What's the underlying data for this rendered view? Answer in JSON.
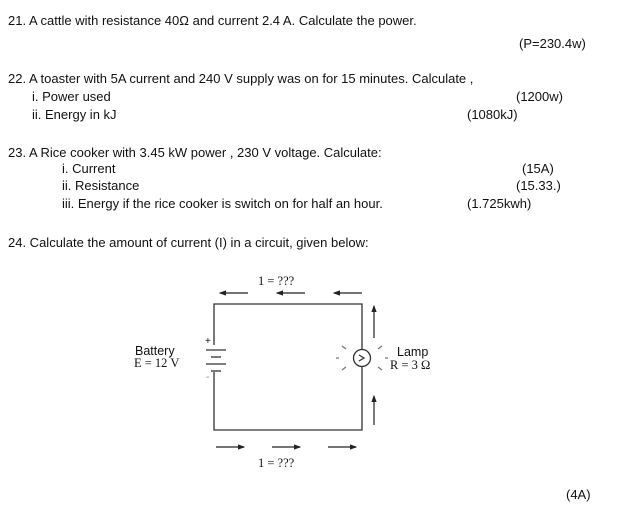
{
  "q21": {
    "text": "21. A cattle with resistance 40Ω and current 2.4 A. Calculate the power.",
    "answer": "(P=230.4w)"
  },
  "q22": {
    "text": "22. A toaster with 5A current and 240 V supply was on for 15 minutes. Calculate ,",
    "parts": [
      {
        "text": "i. Power used",
        "answer": "(1200w)"
      },
      {
        "text": "ii. Energy in kJ",
        "answer": "(1080kJ)"
      }
    ]
  },
  "q23": {
    "text": "23. A Rice cooker with 3.45 kW power , 230 V voltage. Calculate:",
    "parts": [
      {
        "text": "i. Current",
        "answer": "(15A)"
      },
      {
        "text": "ii. Resistance",
        "answer": "(15.33.)"
      },
      {
        "text": "iii. Energy if the rice cooker is switch on for half an hour.",
        "answer": "(1.725kwh)"
      }
    ]
  },
  "q24": {
    "text": "24. Calculate the amount of current (I) in a circuit, given below:",
    "answer": "(4A)"
  },
  "circuit": {
    "current_top": "1 = ???",
    "current_bottom": "1 = ???",
    "battery_label": "Battery",
    "battery_value": "E = 12 V",
    "lamp_label": "Lamp",
    "lamp_value": "R = 3 Ω",
    "plus": "+",
    "minus": "-"
  }
}
